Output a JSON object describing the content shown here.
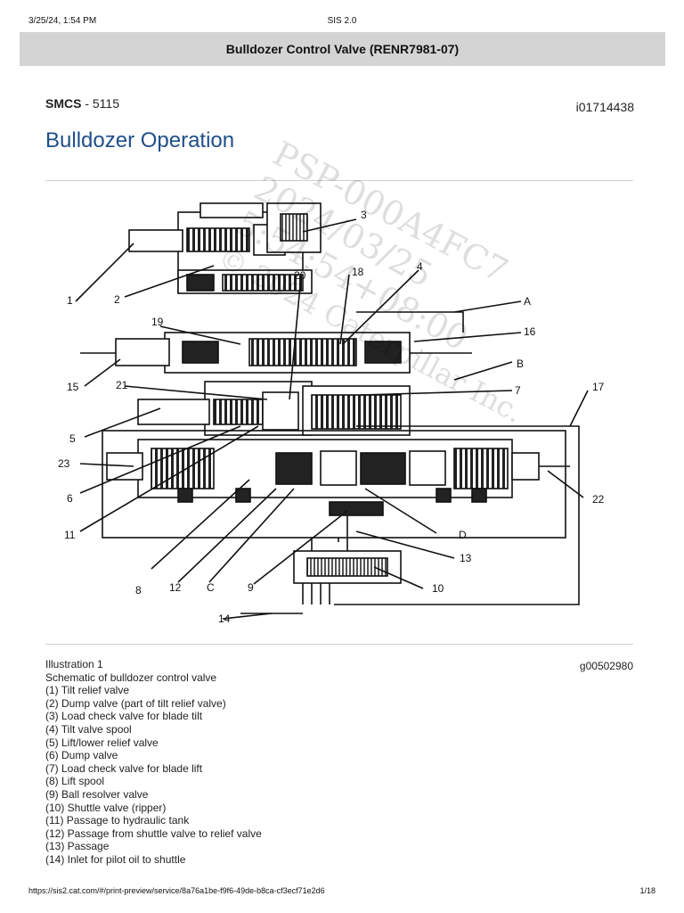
{
  "print_header": {
    "datetime": "3/25/24, 1:54 PM",
    "app_name": "SIS 2.0"
  },
  "document": {
    "title_bar": "Bulldozer Control Valve (RENR7981-07)",
    "smcs_label": "SMCS",
    "smcs_value": " - 5115",
    "doc_id": "i01714438",
    "page_title": "Bulldozer Operation"
  },
  "watermark": {
    "lines": [
      "PSP-000A4FC7",
      "2024/03/25",
      "5:54:54+08:00",
      "© 2024 Caterpillar Inc."
    ],
    "color": "#000000"
  },
  "diagram": {
    "callouts": [
      "1",
      "2",
      "3",
      "4",
      "5",
      "6",
      "7",
      "8",
      "9",
      "10",
      "11",
      "12",
      "13",
      "14",
      "15",
      "16",
      "17",
      "18",
      "19",
      "20",
      "21",
      "22",
      "23",
      "A",
      "B",
      "C",
      "D"
    ]
  },
  "illustration": {
    "number_label": "Illustration 1",
    "graphic_id": "g00502980",
    "caption": "Schematic of bulldozer control valve",
    "legend": [
      "(1) Tilt relief valve",
      "(2) Dump valve (part of tilt relief valve)",
      "(3) Load check valve for blade tilt",
      "(4) Tilt valve spool",
      "(5) Lift/lower relief valve",
      "(6) Dump valve",
      "(7) Load check valve for blade lift",
      "(8) Lift spool",
      "(9) Ball resolver valve",
      "(10) Shuttle valve (ripper)",
      "(11) Passage to hydraulic tank",
      "(12) Passage from shuttle valve to relief valve",
      "(13) Passage",
      "(14) Inlet for pilot oil to shuttle"
    ]
  },
  "print_footer": {
    "url": "https://sis2.cat.com/#/print-preview/service/8a76a1be-f9f6-49de-b8ca-cf3ecf71e2d6",
    "page": "1/18"
  },
  "colors": {
    "title_blue": "#1f4f8a",
    "title_bar_bg": "#d4d4d4"
  }
}
